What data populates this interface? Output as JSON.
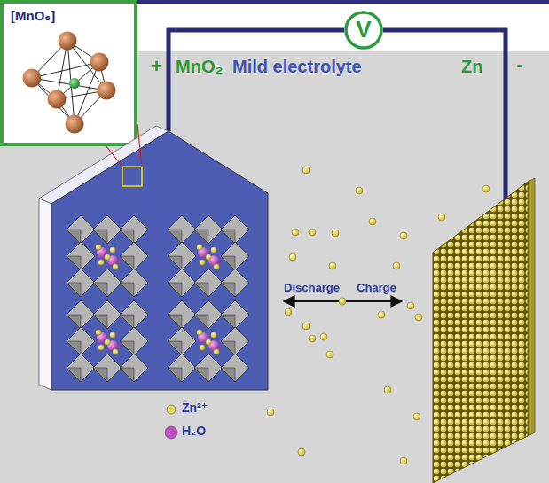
{
  "diagram": {
    "nodes": [
      {
        "text": [
          "[MnO₆]"
        ]
      },
      {
        "text": [
          "V"
        ]
      },
      {
        "text": [
          "MnO₂"
        ]
      },
      {
        "text": [
          "Zn"
        ]
      }
    ],
    "edges": [
      {
        "from": 2,
        "to": 1,
        "arrow": "none"
      },
      {
        "from": 1,
        "to": 3,
        "arrow": "none"
      }
    ],
    "labels": [
      "+",
      "Mild electrolyte",
      "-",
      "Discharge",
      "Charge"
    ],
    "legend": [
      {
        "text": "Zn²⁺",
        "color": "#e6dc5a"
      },
      {
        "text": "H₂O",
        "color": "#c04ec8"
      }
    ]
  }
}
